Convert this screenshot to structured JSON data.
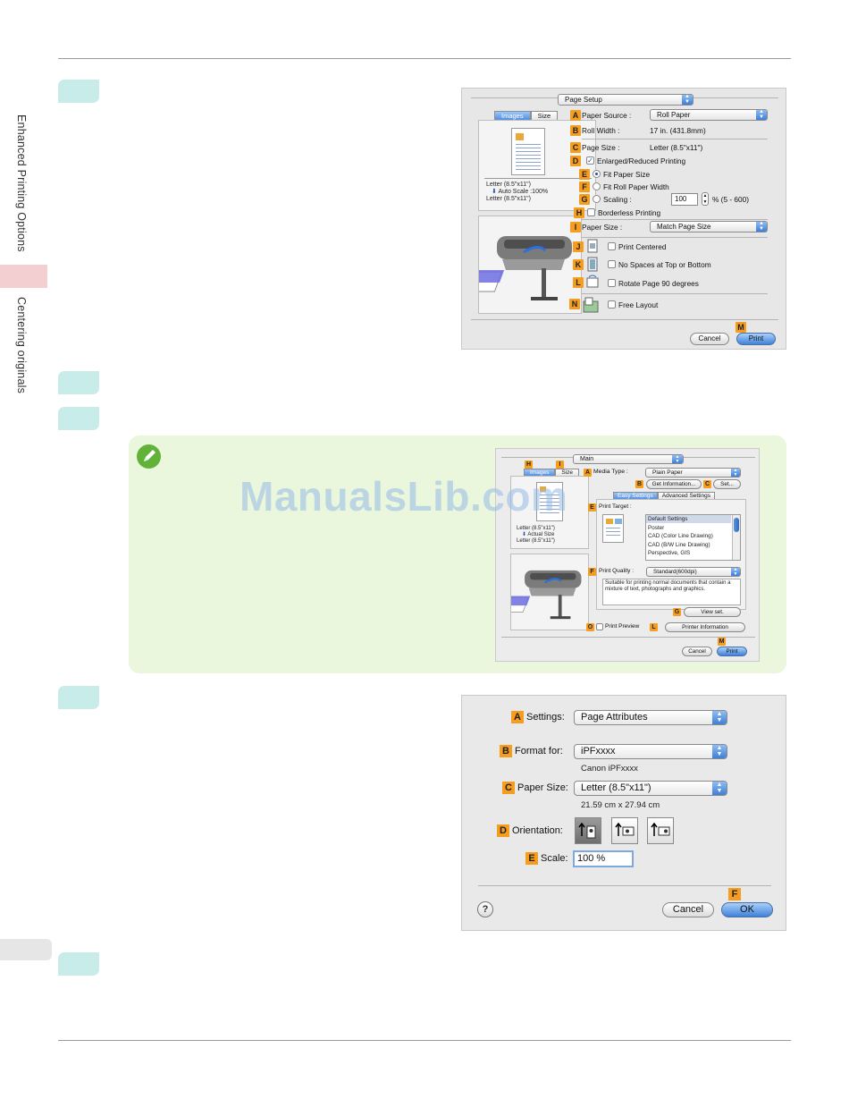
{
  "side_tab": {
    "chapter": "Enhanced Printing Options",
    "section": "Centering originals"
  },
  "dialog_page_setup": {
    "title_select": "Page Setup",
    "tabs": [
      "Images",
      "Size"
    ],
    "preview_text": [
      "Letter (8.5\"x11\")",
      "Auto Scale :100%",
      "Letter (8.5\"x11\")"
    ],
    "rows": {
      "paper_source": {
        "key": "A",
        "label": "Paper Source :",
        "value": "Roll Paper"
      },
      "roll_width": {
        "key": "B",
        "label": "Roll Width :",
        "value": "17 in. (431.8mm)"
      },
      "page_size": {
        "key": "C",
        "label": "Page Size :",
        "value": "Letter (8.5\"x11\")"
      },
      "enlarged": {
        "key": "D",
        "label": "Enlarged/Reduced Printing"
      },
      "fit_paper": {
        "key": "E",
        "label": "Fit Paper Size"
      },
      "fit_roll": {
        "key": "F",
        "label": "Fit Roll Paper Width"
      },
      "scaling": {
        "key": "G",
        "label": "Scaling :",
        "value": "100",
        "range": "% (5 - 600)"
      },
      "borderless": {
        "key": "H",
        "label": "Borderless Printing"
      },
      "paper_size": {
        "key": "I",
        "label": "Paper Size :",
        "value": "Match Page Size"
      },
      "print_centered": {
        "key": "J",
        "label": "Print Centered"
      },
      "no_spaces": {
        "key": "K",
        "label": "No Spaces at Top or Bottom"
      },
      "rotate": {
        "key": "L",
        "label": "Rotate Page 90 degrees"
      },
      "free_layout": {
        "key": "N",
        "label": "Free Layout"
      }
    },
    "print_key": "M",
    "cancel_label": "Cancel",
    "print_label": "Print"
  },
  "note": {
    "watermark": "ManualsLib.com"
  },
  "dialog_main": {
    "title_select": "Main",
    "tab_keys": [
      "H",
      "I"
    ],
    "tabs": [
      "Images",
      "Size"
    ],
    "preview_text": [
      "Letter (8.5\"x11\")",
      "Actual Size",
      "Letter (8.5\"x11\")"
    ],
    "media_key": "A",
    "media_label": "Media Type :",
    "media_value": "Plain Paper",
    "get_info_key": "B",
    "get_info_label": "Get Information...",
    "set_key": "C",
    "set_label": "Set...",
    "sub_tabs": [
      "Easy Settings",
      "Advanced Settings"
    ],
    "print_target_key": "E",
    "print_target_label": "Print Target :",
    "targets": [
      "Default Settings",
      "Poster",
      "CAD (Color Line Drawing)",
      "CAD (B/W Line Drawing)",
      "Perspective, GIS"
    ],
    "quality_key": "F",
    "quality_label": "Print Quality :",
    "quality_value": "Standard(600dpi)",
    "quality_desc": "Suitable for printing normal documents that contain a mixture of text, photographs and graphics.",
    "view_key": "G",
    "view_label": "View set.",
    "preview_key": "O",
    "preview_label": "Print Preview",
    "info_key": "L",
    "info_label": "Printer Information",
    "print_key": "M",
    "cancel_label": "Cancel",
    "print_label": "Print"
  },
  "dialog_page_attributes": {
    "settings": {
      "key": "A",
      "label": "Settings:",
      "value": "Page Attributes"
    },
    "format_for": {
      "key": "B",
      "label": "Format for:",
      "value": "iPFxxxx",
      "sub": "Canon iPFxxxx"
    },
    "paper_size": {
      "key": "C",
      "label": "Paper Size:",
      "value": "Letter (8.5\"x11\")",
      "sub": "21.59 cm x 27.94 cm"
    },
    "orientation": {
      "key": "D",
      "label": "Orientation:"
    },
    "scale": {
      "key": "E",
      "label": "Scale:",
      "value": "100 %"
    },
    "help_label": "?",
    "ok_key": "F",
    "cancel_label": "Cancel",
    "ok_label": "OK"
  }
}
